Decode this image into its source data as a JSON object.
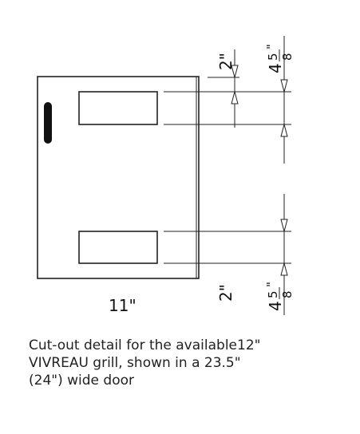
{
  "dimensions": {
    "width_label": "11\"",
    "top_gap": "2\"",
    "top_total_whole": "4",
    "top_total_num": "5",
    "top_total_den": "8",
    "top_total_inch": "\"",
    "bottom_gap": "2\"",
    "bottom_total_whole": "4",
    "bottom_total_num": "5",
    "bottom_total_den": "8",
    "bottom_total_inch": "\""
  },
  "caption": {
    "line1": "Cut-out detail for the available12\"",
    "line2": "VIVREAU grill, shown in a 23.5\"",
    "line3": "(24\") wide door"
  }
}
